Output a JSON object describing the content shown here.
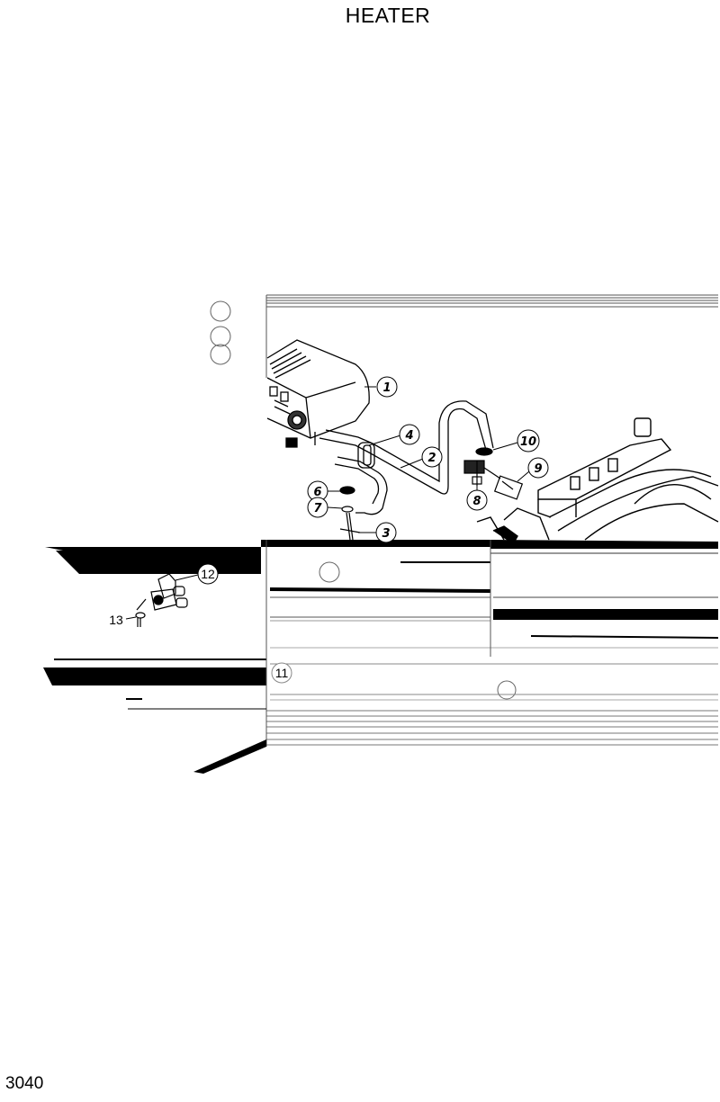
{
  "page": {
    "title": "HEATER",
    "page_number": "3040"
  },
  "callouts": [
    {
      "id": "c1",
      "label": "1"
    },
    {
      "id": "c2",
      "label": "2"
    },
    {
      "id": "c3",
      "label": "3"
    },
    {
      "id": "c4",
      "label": "4"
    },
    {
      "id": "c6",
      "label": "6"
    },
    {
      "id": "c7",
      "label": "7"
    },
    {
      "id": "c8",
      "label": "8"
    },
    {
      "id": "c9",
      "label": "9"
    },
    {
      "id": "c10",
      "label": "10"
    },
    {
      "id": "c11",
      "label": "11"
    },
    {
      "id": "c12",
      "label": "12"
    },
    {
      "id": "c13",
      "label": "13"
    }
  ]
}
